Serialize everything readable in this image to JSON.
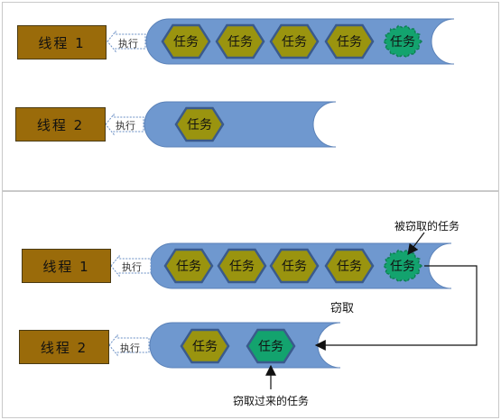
{
  "colors": {
    "thread_box": "#9a6b0a",
    "queue": "#6f98cf",
    "task_hex": "#9a940f",
    "task_hex_stroke": "#3a5a8c",
    "stolen_task": "#13a36e",
    "stolen_stroke": "#2f5d8f"
  },
  "top_panel": {
    "thread1": {
      "label": "线程 1",
      "exec": "执行",
      "tasks": [
        "任务",
        "任务",
        "任务",
        "任务"
      ],
      "gear_task": "任务"
    },
    "thread2": {
      "label": "线程 2",
      "exec": "执行",
      "tasks": [
        "任务"
      ]
    }
  },
  "bottom_panel": {
    "thread1": {
      "label": "线程 1",
      "exec": "执行",
      "tasks": [
        "任务",
        "任务",
        "任务",
        "任务"
      ],
      "gear_task": "任务"
    },
    "thread2": {
      "label": "线程 2",
      "exec": "执行",
      "tasks": [
        "任务"
      ],
      "stolen_task": "任务"
    },
    "annotations": {
      "stolen_task": "被窃取的任务",
      "steal": "窃取",
      "received_task": "窃取过来的任务"
    }
  }
}
